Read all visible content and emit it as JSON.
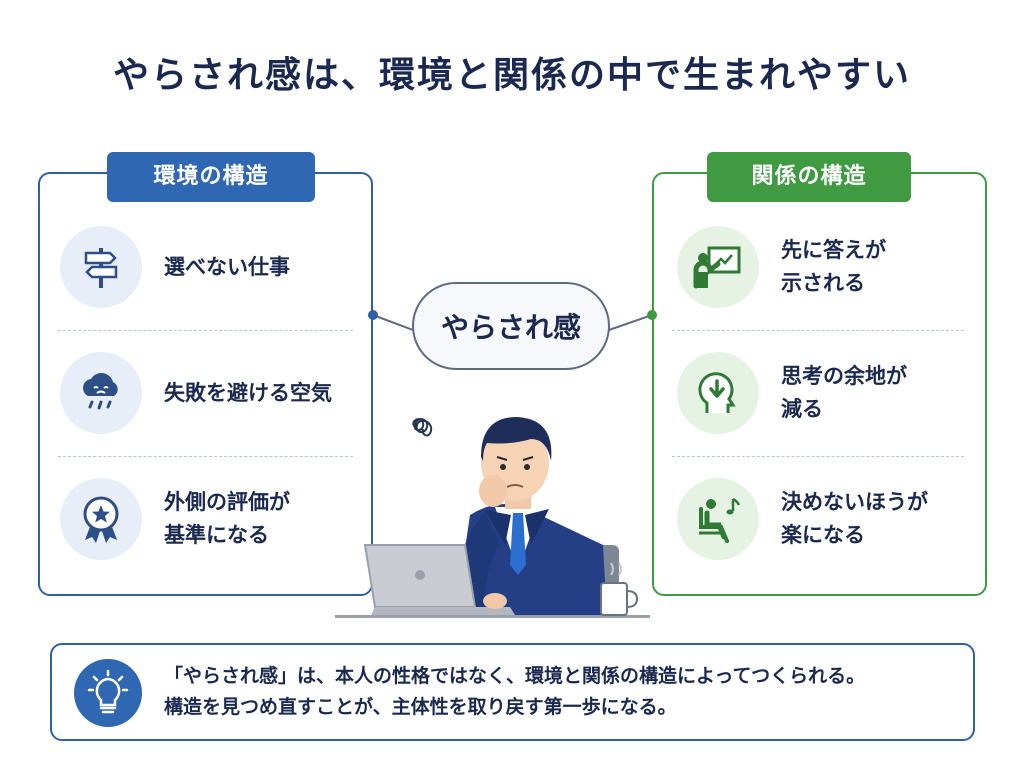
{
  "title": "やらされ感は、環境と関係の中で生まれやすい",
  "center_label": "やらされ感",
  "environment": {
    "label": "環境の構造",
    "items": [
      {
        "line1": "選べない仕事",
        "line2": "",
        "icon": "signpost-icon"
      },
      {
        "line1": "失敗を避ける空気",
        "line2": "",
        "icon": "rain-cloud-icon"
      },
      {
        "line1": "外側の評価が",
        "line2": "基準になる",
        "icon": "award-ribbon-icon"
      }
    ]
  },
  "relationship": {
    "label": "関係の構造",
    "items": [
      {
        "line1": "先に答えが",
        "line2": "示される",
        "icon": "teacher-board-icon"
      },
      {
        "line1": "思考の余地が",
        "line2": "減る",
        "icon": "head-down-arrow-icon"
      },
      {
        "line1": "決めないほうが",
        "line2": "楽になる",
        "icon": "relaxing-person-icon"
      }
    ]
  },
  "summary": {
    "line1": "「やらされ感」は、本人の性格ではなく、環境と関係の構造によってつくられる。",
    "line2": "構造を見つめ直すことが、主体性を取り戻す第一歩になる。",
    "icon": "lightbulb-icon"
  },
  "colors": {
    "navy": "#1b2950",
    "env_blue": "#2f67b2",
    "rel_green": "#3f9a42"
  }
}
